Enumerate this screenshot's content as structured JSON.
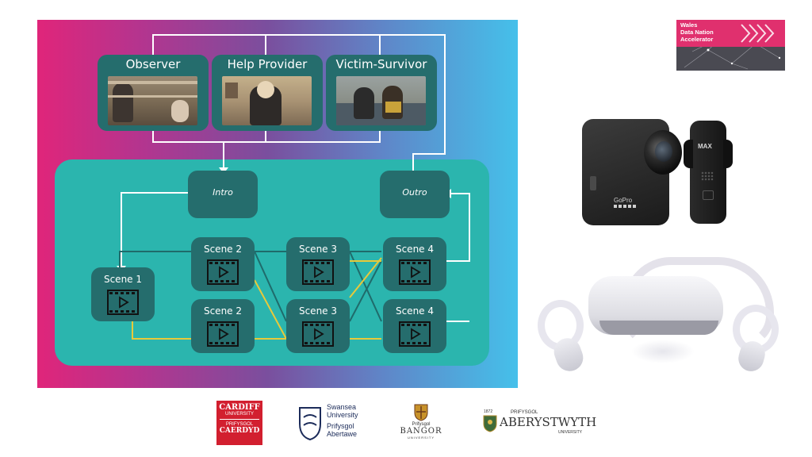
{
  "roles": [
    {
      "label": "Observer"
    },
    {
      "label": "Help Provider"
    },
    {
      "label": "Victim-Survivor"
    }
  ],
  "flow": {
    "intro": "Intro",
    "outro": "Outro",
    "scenes": {
      "s1": "Scene 1",
      "s2a": "Scene 2",
      "s2b": "Scene 2",
      "s3a": "Scene 3",
      "s3b": "Scene 3",
      "s4a": "Scene 4",
      "s4b": "Scene 4"
    }
  },
  "badge": {
    "line1": "Wales",
    "line2": "Data Nation",
    "line3": "Accelerator"
  },
  "camera": {
    "max_label": "MAX",
    "brand": "GoPro"
  },
  "logos": {
    "cardiff": {
      "line1": "CARDIFF",
      "line2": "UNIVERSITY",
      "line3": "PRIFYSGOL",
      "line4": "CAERDYD"
    },
    "swansea": {
      "line1": "Swansea",
      "line2": "University",
      "line3": "Prifysgol",
      "line4": "Abertawe"
    },
    "bangor": {
      "line1": "Prifysgol",
      "line2": "BANGOR",
      "line3": "UNIVERSITY"
    },
    "aberystwyth": {
      "year": "1872",
      "line1": "PRIFYSGOL",
      "line2": "ABERYSTWYTH",
      "line3": "UNIVERSITY"
    }
  },
  "colors": {
    "teal_panel": "#2bb5ae",
    "box": "#256d6d",
    "yellow_path": "#e8c93a",
    "line": "#ffffff"
  }
}
